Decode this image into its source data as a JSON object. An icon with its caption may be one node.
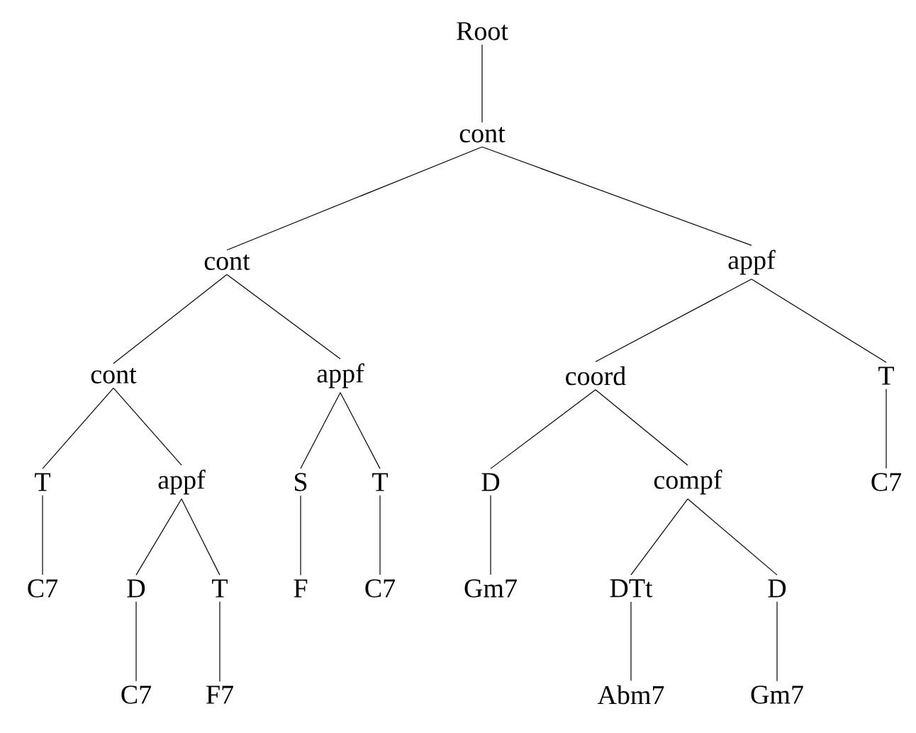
{
  "diagram": {
    "nodes": [
      {
        "text": [
          "Root"
        ]
      },
      {
        "text": [
          "cont"
        ]
      },
      {
        "text": [
          "cont"
        ]
      },
      {
        "text": [
          "appf"
        ]
      },
      {
        "text": [
          "cont"
        ]
      },
      {
        "text": [
          "appf"
        ]
      },
      {
        "text": [
          "coord"
        ]
      },
      {
        "text": [
          "T"
        ]
      },
      {
        "text": [
          "T"
        ]
      },
      {
        "text": [
          "appf"
        ]
      },
      {
        "text": [
          "S"
        ]
      },
      {
        "text": [
          "T"
        ]
      },
      {
        "text": [
          "D"
        ]
      },
      {
        "text": [
          "compf"
        ]
      },
      {
        "text": [
          "C7"
        ]
      },
      {
        "text": [
          "C7"
        ]
      },
      {
        "text": [
          "D"
        ]
      },
      {
        "text": [
          "T"
        ]
      },
      {
        "text": [
          "F"
        ]
      },
      {
        "text": [
          "C7"
        ]
      },
      {
        "text": [
          "Gm7"
        ]
      },
      {
        "text": [
          "DTt"
        ]
      },
      {
        "text": [
          "D"
        ]
      },
      {
        "text": [
          "C7"
        ]
      },
      {
        "text": [
          "F7"
        ]
      },
      {
        "text": [
          "Abm7"
        ]
      },
      {
        "text": [
          "Gm7"
        ]
      }
    ],
    "edges": [
      {
        "from": 0,
        "to": 1,
        "arrow": "none"
      },
      {
        "from": 1,
        "to": 2,
        "arrow": "none"
      },
      {
        "from": 1,
        "to": 3,
        "arrow": "none"
      },
      {
        "from": 2,
        "to": 4,
        "arrow": "none"
      },
      {
        "from": 2,
        "to": 5,
        "arrow": "none"
      },
      {
        "from": 3,
        "to": 6,
        "arrow": "none"
      },
      {
        "from": 3,
        "to": 7,
        "arrow": "none"
      },
      {
        "from": 4,
        "to": 8,
        "arrow": "none"
      },
      {
        "from": 4,
        "to": 9,
        "arrow": "none"
      },
      {
        "from": 5,
        "to": 10,
        "arrow": "none"
      },
      {
        "from": 5,
        "to": 11,
        "arrow": "none"
      },
      {
        "from": 6,
        "to": 12,
        "arrow": "none"
      },
      {
        "from": 6,
        "to": 13,
        "arrow": "none"
      },
      {
        "from": 7,
        "to": 14,
        "arrow": "none"
      },
      {
        "from": 8,
        "to": 15,
        "arrow": "none"
      },
      {
        "from": 9,
        "to": 16,
        "arrow": "none"
      },
      {
        "from": 9,
        "to": 17,
        "arrow": "none"
      },
      {
        "from": 10,
        "to": 18,
        "arrow": "none"
      },
      {
        "from": 11,
        "to": 19,
        "arrow": "none"
      },
      {
        "from": 12,
        "to": 20,
        "arrow": "none"
      },
      {
        "from": 13,
        "to": 21,
        "arrow": "none"
      },
      {
        "from": 13,
        "to": 22,
        "arrow": "none"
      },
      {
        "from": 16,
        "to": 23,
        "arrow": "none"
      },
      {
        "from": 17,
        "to": 24,
        "arrow": "none"
      },
      {
        "from": 21,
        "to": 25,
        "arrow": "none"
      },
      {
        "from": 22,
        "to": 26,
        "arrow": "none"
      }
    ]
  }
}
